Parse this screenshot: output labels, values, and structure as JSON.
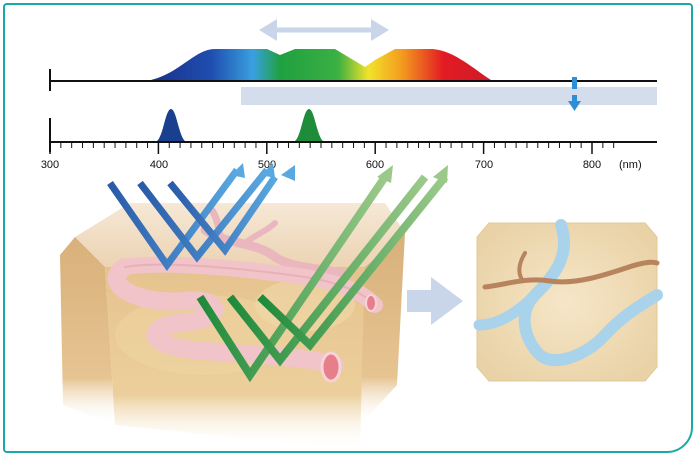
{
  "axis": {
    "ticks": [
      "300",
      "400",
      "500",
      "600",
      "700",
      "800"
    ],
    "unit": "(nm)"
  },
  "colors": {
    "frame": "#19a9a9",
    "shift_band": "#d3ddec",
    "shift_arrow": "#c9d6ea",
    "blue_peak": "#1b3f8f",
    "green_peak": "#1f8c3a",
    "vessel": "#eeb8bf",
    "capillary": "#c08a6a",
    "deep_vessel": "#a9d3ea"
  },
  "icons": [
    "double-arrow-icon",
    "down-arrow-icon",
    "right-arrow-icon"
  ]
}
